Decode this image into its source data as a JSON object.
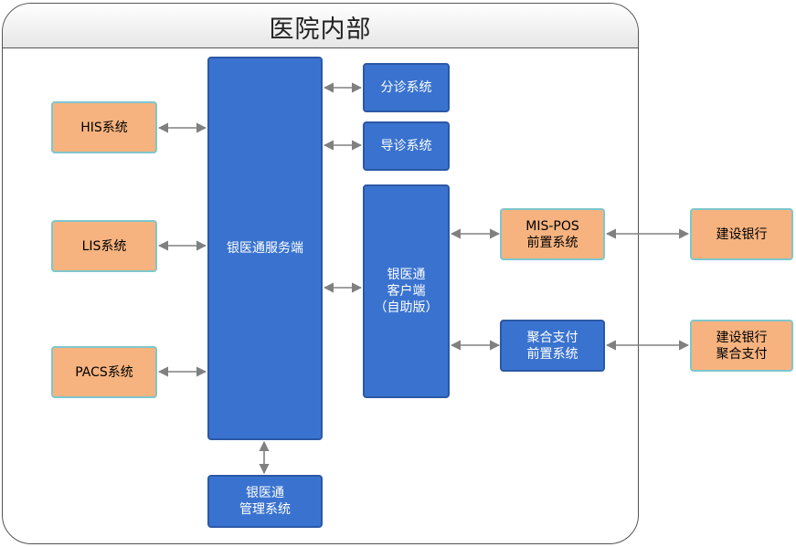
{
  "frame": {
    "title": "医院内部"
  },
  "boxes": {
    "his": "HIS系统",
    "lis": "LIS系统",
    "pacs": "PACS系统",
    "server": "银医通服务端",
    "triage": "分诊系统",
    "guide": "导诊系统",
    "client": {
      "line1": "银医通",
      "line2": "客户端",
      "line3": "（自助版）"
    },
    "mgmt": {
      "line1": "银医通",
      "line2": "管理系统"
    },
    "mispos": {
      "line1": "MIS-POS",
      "line2": "前置系统"
    },
    "aggpay": {
      "line1": "聚合支付",
      "line2": "前置系统"
    },
    "ccb": "建设银行",
    "ccbagg": {
      "line1": "建设银行",
      "line2": "聚合支付"
    }
  },
  "colors": {
    "blue": "#3a73cf",
    "orange": "#f6b37f",
    "arrow": "#808080"
  }
}
